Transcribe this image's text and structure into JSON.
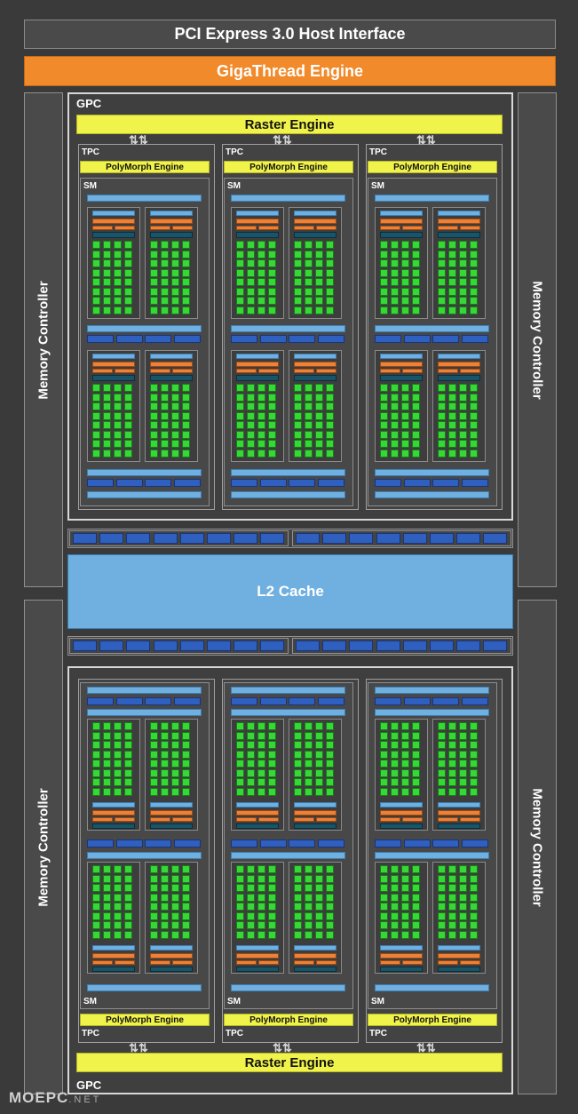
{
  "host_interface": "PCI Express 3.0 Host Interface",
  "thread_engine": "GigaThread Engine",
  "memory_controller": "Memory Controller",
  "l2_cache": "L2 Cache",
  "gpc_label": "GPC",
  "raster_engine": "Raster Engine",
  "tpc_label": "TPC",
  "sm_label": "SM",
  "polymorph_engine": "PolyMorph Engine",
  "watermark": {
    "brand": "MOEPC",
    "suffix": ".NET"
  },
  "colors": {
    "background": "#3a3a3a",
    "gigathread": "#f08a2b",
    "engine_yellow": "#f0f34a",
    "cache_blue": "#6fb0e0",
    "dark_blue": "#2f5fbf",
    "orange_unit": "#ee8138",
    "teal_unit": "#1a5468",
    "core_green": "#37d737"
  },
  "icons": {
    "data_arrows": "up-down-arrows-icon"
  }
}
